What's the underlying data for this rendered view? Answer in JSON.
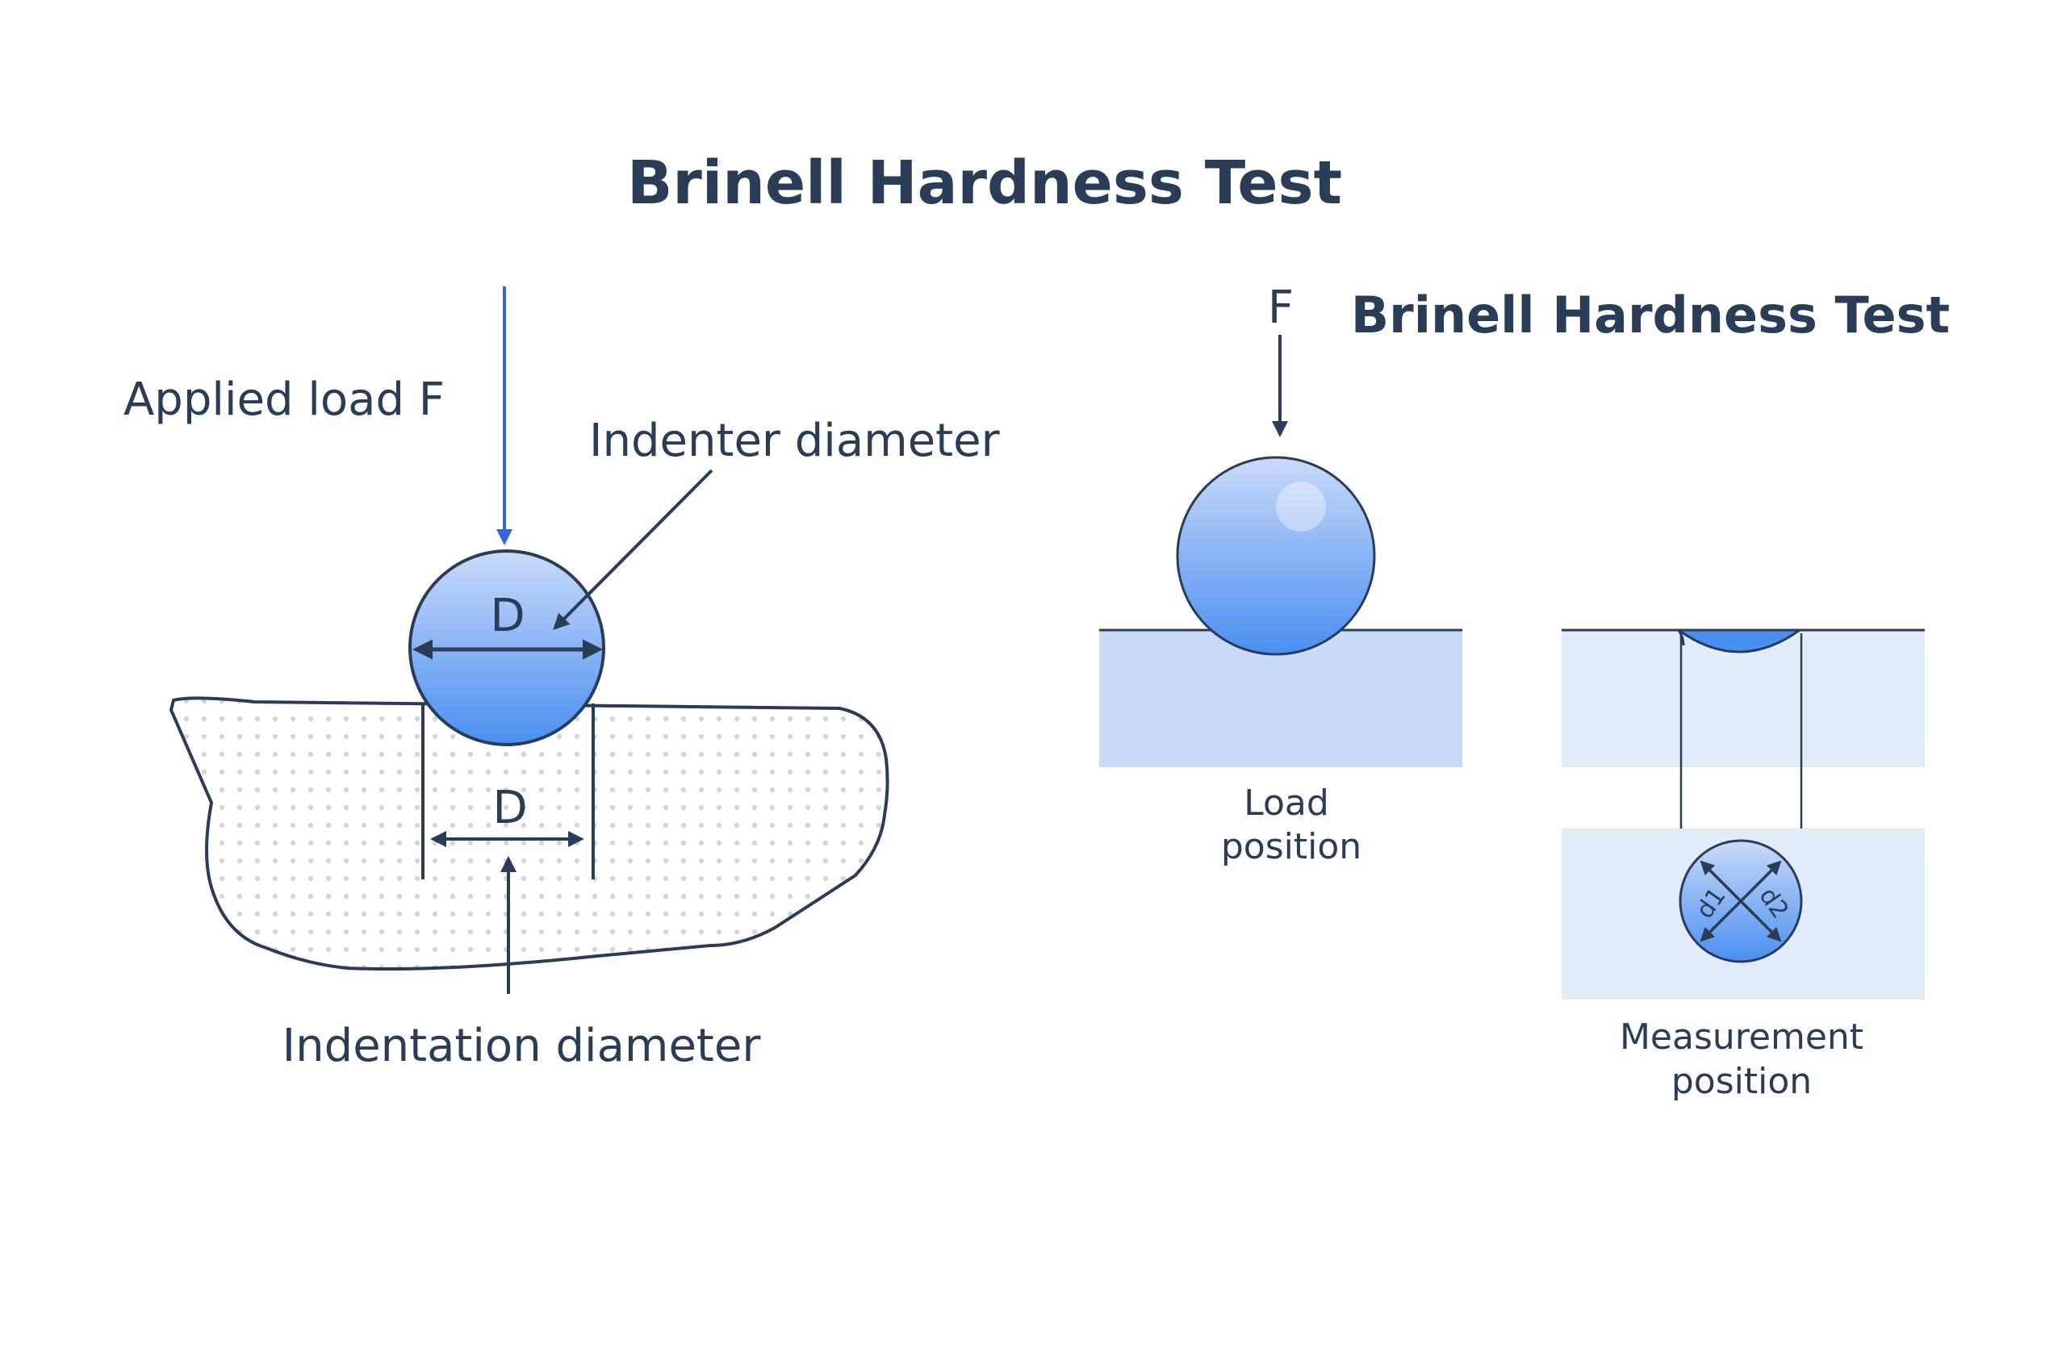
{
  "title": "Brinell Hardness Test",
  "left": {
    "applied_load_label": "Applied load F",
    "indenter_diameter_label": "Indenter diameter",
    "indenter_symbol": "D",
    "indentation_symbol": "D",
    "indentation_diameter_label": "Indentation diameter"
  },
  "right": {
    "title": "Brinell Hardness Test",
    "force_symbol": "F",
    "load_position_label": [
      "Load",
      "position"
    ],
    "measurement_position_label": [
      "Measurement",
      "position"
    ],
    "d1_symbol": "d1",
    "d2_symbol": "d2"
  },
  "colors": {
    "text": "#2a3d57",
    "outline": "#2a3d57",
    "load_arrow": "#3566d8",
    "ball_light": "#c7d8f7",
    "ball_dark": "#4a8ff0",
    "block_load": "#c9daf6",
    "block_measure": "#e2ecf9",
    "dots": "#d6d6d6"
  }
}
